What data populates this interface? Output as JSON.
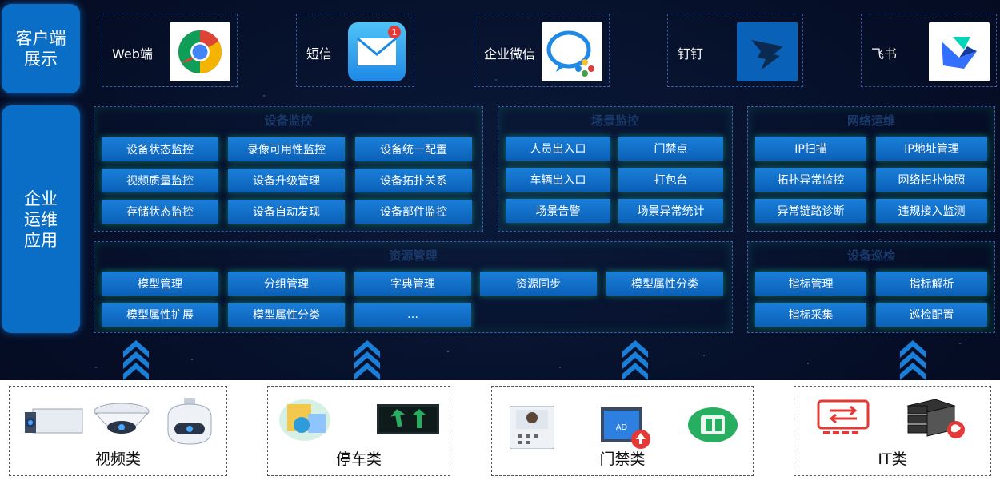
{
  "side": {
    "client": "客户端\n展示",
    "ops": "企业\n运维\n应用"
  },
  "clients": [
    {
      "label": "Web端",
      "icon": "chrome-icon"
    },
    {
      "label": "短信",
      "icon": "mail-icon",
      "badge": "1"
    },
    {
      "label": "企业微信",
      "icon": "wecom-icon"
    },
    {
      "label": "钉钉",
      "icon": "dingtalk-icon"
    },
    {
      "label": "飞书",
      "icon": "feishu-icon"
    }
  ],
  "groups": {
    "device_monitor": {
      "title": "设备监控",
      "items": [
        "设备状态监控",
        "录像可用性监控",
        "设备统一配置",
        "视频质量监控",
        "设备升级管理",
        "设备拓扑关系",
        "存储状态监控",
        "设备自动发现",
        "设备部件监控"
      ]
    },
    "scene_monitor": {
      "title": "场景监控",
      "items": [
        "人员出入口",
        "门禁点",
        "车辆出入口",
        "打包台",
        "场景告警",
        "场景异常统计"
      ]
    },
    "network": {
      "title": "网络运维",
      "items": [
        "IP扫描",
        "IP地址管理",
        "拓扑异常监控",
        "网络拓扑快照",
        "异常链路诊断",
        "违规接入监测"
      ]
    },
    "resource": {
      "title": "资源管理",
      "items": [
        "模型管理",
        "分组管理",
        "字典管理",
        "资源同步",
        "模型属性分类",
        "模型属性扩展",
        "模型属性分类",
        "…"
      ]
    },
    "inspection": {
      "title": "设备巡检",
      "items": [
        "指标管理",
        "指标解析",
        "指标采集",
        "巡检配置"
      ]
    }
  },
  "bottom": [
    {
      "label": "视频类",
      "icons": [
        "bullet-camera-icon",
        "dome-camera-icon",
        "ptz-camera-icon"
      ]
    },
    {
      "label": "停车类",
      "icons": [
        "parking-guidance-icon",
        "lane-indicator-icon"
      ]
    },
    {
      "label": "门禁类",
      "icons": [
        "access-terminal-icon",
        "ad-screen-icon",
        "turnstile-icon"
      ]
    },
    {
      "label": "IT类",
      "icons": [
        "network-switch-icon",
        "server-icon"
      ]
    }
  ],
  "colors": {
    "accent": "#0a6dc6",
    "glow": "#1ec8a0",
    "bg": "#06102a"
  }
}
